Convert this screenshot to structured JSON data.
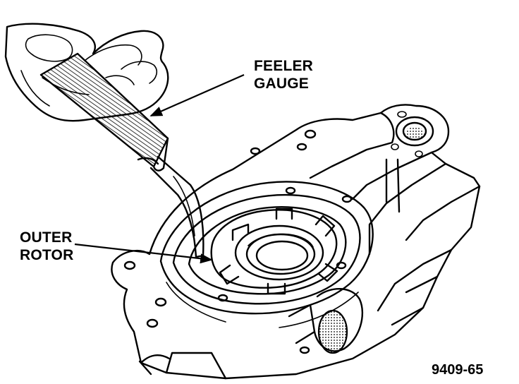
{
  "labels": {
    "feeler_gauge_line1": "FEELER",
    "feeler_gauge_line2": "GAUGE",
    "outer_rotor_line1": "OUTER",
    "outer_rotor_line2": "ROTOR",
    "figure_number": "9409-65"
  },
  "colors": {
    "ink": "#000000",
    "paper": "#ffffff"
  }
}
